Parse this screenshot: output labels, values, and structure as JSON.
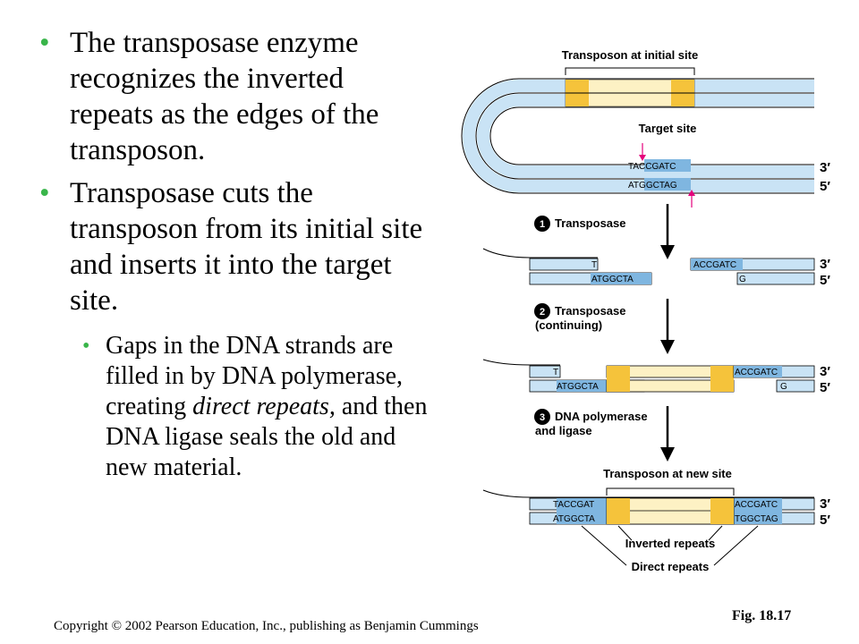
{
  "bullets": {
    "b1": "The transposase enzyme recognizes the inverted repeats as the edges of the transposon.",
    "b2": "Transposase cuts the transposon from its initial site and inserts it into the target site.",
    "sub": {
      "pre": "Gaps in the DNA strands are filled in by DNA polymerase, creating ",
      "em": "direct repeats,",
      "post": " and then DNA ligase seals the old and new material."
    }
  },
  "figure": {
    "label_initial": "Transposon at initial site",
    "label_target": "Target site",
    "label_new": "Transposon at new site",
    "label_inverted": "Inverted repeats",
    "label_direct": "Direct repeats",
    "steps": [
      {
        "num": "1",
        "line1": "Transposase",
        "line2": ""
      },
      {
        "num": "2",
        "line1": "Transposase",
        "line2": "(continuing)"
      },
      {
        "num": "3",
        "line1": "DNA polymerase",
        "line2": "and ligase"
      }
    ],
    "end3": "3′",
    "end5": "5′",
    "seqs": {
      "p1_top": "TACCGATC",
      "p1_bot": "ATGGCTAG",
      "p2_tl": "T",
      "p2_bl": "ATGGCTA",
      "p2_tr": "ACCGATC",
      "p2_br": "G",
      "p3_tl": "T",
      "p3_bl": "ATGGCTA",
      "p3_tr": "ACCGATC",
      "p3_br": "G",
      "p4_tl": "TACCGAT",
      "p4_bl": "ATGGCTA",
      "p4_tr": "ACCGATC",
      "p4_br": "TGGCTAG"
    }
  },
  "colors": {
    "bullet": "#39b54a",
    "dna": "#c9e3f5",
    "transposon": "#fdf1c4",
    "repeat": "#f5c33b",
    "cut_arrow": "#e4007c"
  },
  "footer": {
    "copyright": "Copyright © 2002 Pearson Education, Inc., publishing as Benjamin Cummings",
    "fig": "Fig. 18.17"
  }
}
